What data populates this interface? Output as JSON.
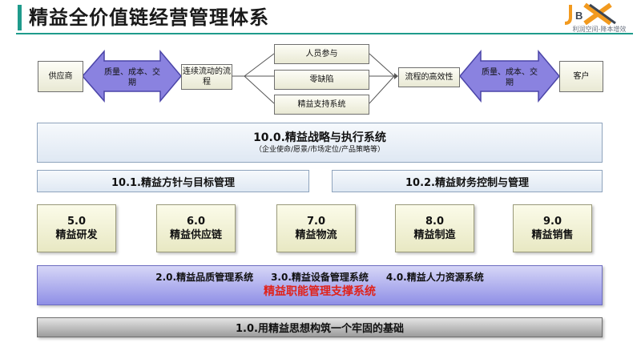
{
  "header": {
    "title": "精益全价值链经营管理体系"
  },
  "logo": {
    "text": "JBX",
    "tagline": "利润空间-降本增效"
  },
  "flow": {
    "supplier": "供应商",
    "left_arrow": "质量、成本、交期",
    "continuous_flow": "连续流动的流程",
    "people": "人员参与",
    "zero_defect": "零缺陷",
    "lean_support": "精益支持系统",
    "efficient_flow": "流程的高效性",
    "right_arrow": "质量、成本、交期",
    "customer": "客户"
  },
  "strategy": {
    "title": "10.0.精益战略与执行系统",
    "subtitle": "（企业使命/愿景/市场定位/产品策略等）"
  },
  "policy": "10.1.精益方针与目标管理",
  "finance": "10.2.精益财务控制与管理",
  "modules": [
    {
      "num": "5.0",
      "name": "精益研发"
    },
    {
      "num": "6.0",
      "name": "精益供应链"
    },
    {
      "num": "7.0",
      "name": "精益物流"
    },
    {
      "num": "8.0",
      "name": "精益制造"
    },
    {
      "num": "9.0",
      "name": "精益销售"
    }
  ],
  "support": {
    "quality": "2.0.精益品质管理系统",
    "equipment": "3.0.精益设备管理系统",
    "hr": "4.0.精益人力资源系统",
    "title": "精益职能管理支撑系统"
  },
  "foundation": "1.0.用精益思想构筑一个牢固的基础",
  "colors": {
    "accent": "#1f9b8c",
    "arrow_fill": "#8a82e0",
    "support_title": "#e0221a",
    "logo_orange": "#f29a1f",
    "logo_dark": "#3d4653"
  }
}
